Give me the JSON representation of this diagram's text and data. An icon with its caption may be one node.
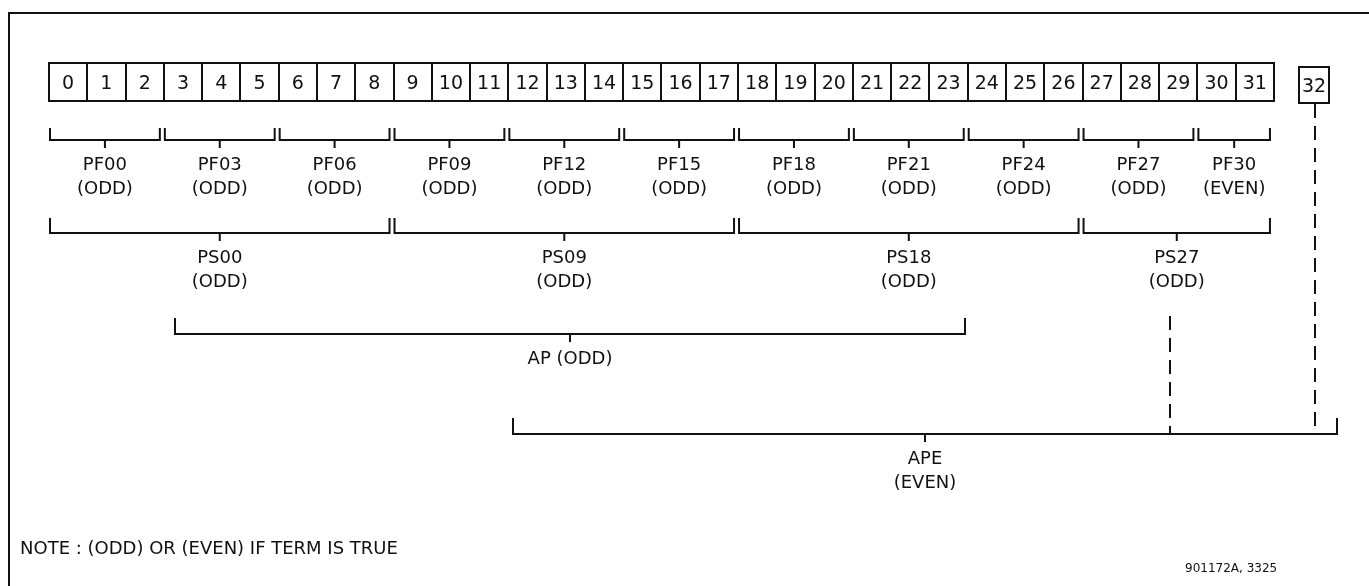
{
  "diagram": {
    "nodes": [
      {
        "text": [
          "0"
        ]
      },
      {
        "text": [
          "1"
        ]
      },
      {
        "text": [
          "2"
        ]
      },
      {
        "text": [
          "3"
        ]
      },
      {
        "text": [
          "4"
        ]
      },
      {
        "text": [
          "5"
        ]
      },
      {
        "text": [
          "6"
        ]
      },
      {
        "text": [
          "7"
        ]
      },
      {
        "text": [
          "8"
        ]
      },
      {
        "text": [
          "9"
        ]
      },
      {
        "text": [
          "10"
        ]
      },
      {
        "text": [
          "11"
        ]
      },
      {
        "text": [
          "12"
        ]
      },
      {
        "text": [
          "13"
        ]
      },
      {
        "text": [
          "14"
        ]
      },
      {
        "text": [
          "15"
        ]
      },
      {
        "text": [
          "16"
        ]
      },
      {
        "text": [
          "17"
        ]
      },
      {
        "text": [
          "18"
        ]
      },
      {
        "text": [
          "19"
        ]
      },
      {
        "text": [
          "20"
        ]
      },
      {
        "text": [
          "21"
        ]
      },
      {
        "text": [
          "22"
        ]
      },
      {
        "text": [
          "23"
        ]
      },
      {
        "text": [
          "24"
        ]
      },
      {
        "text": [
          "25"
        ]
      },
      {
        "text": [
          "26"
        ]
      },
      {
        "text": [
          "27"
        ]
      },
      {
        "text": [
          "28"
        ]
      },
      {
        "text": [
          "29"
        ]
      },
      {
        "text": [
          "30"
        ]
      },
      {
        "text": [
          "31"
        ]
      },
      {
        "text": [
          "32"
        ]
      }
    ],
    "labels": [
      "PF00 (ODD)",
      "PF03 (ODD)",
      "PF06 (ODD)",
      "PF09 (ODD)",
      "PF12 (ODD)",
      "PF15 (ODD)",
      "PF18 (ODD)",
      "PF21 (ODD)",
      "PF24 (ODD)",
      "PF27 (ODD)",
      "PF30 (EVEN)",
      "PS00 (ODD)",
      "PS09 (ODD)",
      "PS18 (ODD)",
      "PS27 (ODD)",
      "AP (ODD)",
      "APE (EVEN)",
      "NOTE : (ODD) OR (EVEN) IF TERM IS TRUE",
      "901172A, 3325"
    ]
  }
}
